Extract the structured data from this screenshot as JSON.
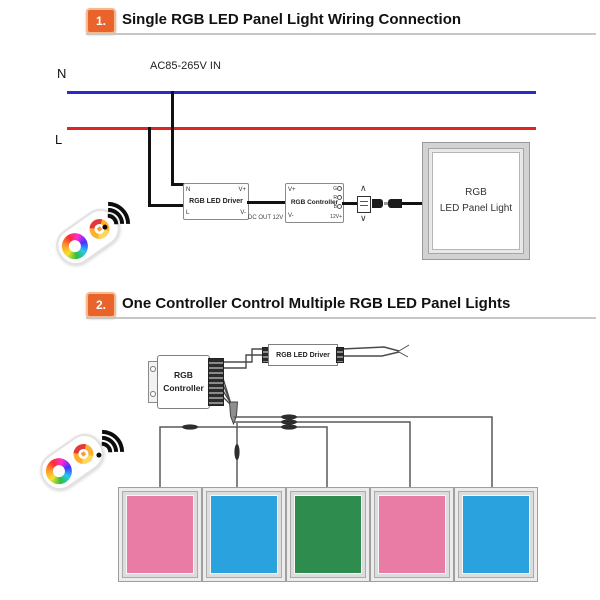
{
  "theme": {
    "badge_color": "#e8642c",
    "neutral_wire_color": "#2a2ac8",
    "live_wire_color": "#e02424",
    "black_wire_color": "#111111"
  },
  "section1": {
    "badge": "1.",
    "title": "Single RGB LED Panel Light Wiring Connection",
    "ac_label": "AC85-265V IN",
    "neutral_label": "N",
    "live_label": "L",
    "driver": {
      "name": "RGB LED Driver",
      "pin_top_left": "N",
      "pin_bottom_left": "L",
      "pin_top_right": "V+",
      "pin_bottom_right": "V-"
    },
    "dc_out_label": "DC OUT 12V",
    "controller": {
      "name": "RGB Controller",
      "pin_top_left": "V+",
      "pin_bottom_left": "V-",
      "pins_right": [
        "G",
        "R",
        "B",
        "12V+"
      ]
    },
    "connector_arrow_up": "∧",
    "connector_arrow_down": "∨",
    "panel": {
      "line1": "RGB",
      "line2": "LED Panel Light"
    }
  },
  "section2": {
    "badge": "2.",
    "title": "One Controller Control Multiple RGB LED Panel Lights",
    "controller": {
      "line1": "RGB",
      "line2": "Controller"
    },
    "driver": {
      "name": "RGB LED Driver"
    },
    "panels": [
      {
        "label": "rgb-panel-1",
        "color": "#e87ca4"
      },
      {
        "label": "rgb-panel-2",
        "color": "#2aa2de"
      },
      {
        "label": "rgb-panel-3",
        "color": "#2f8c4f"
      },
      {
        "label": "rgb-panel-4",
        "color": "#e87ca4"
      },
      {
        "label": "rgb-panel-5",
        "color": "#2aa2de"
      }
    ]
  }
}
